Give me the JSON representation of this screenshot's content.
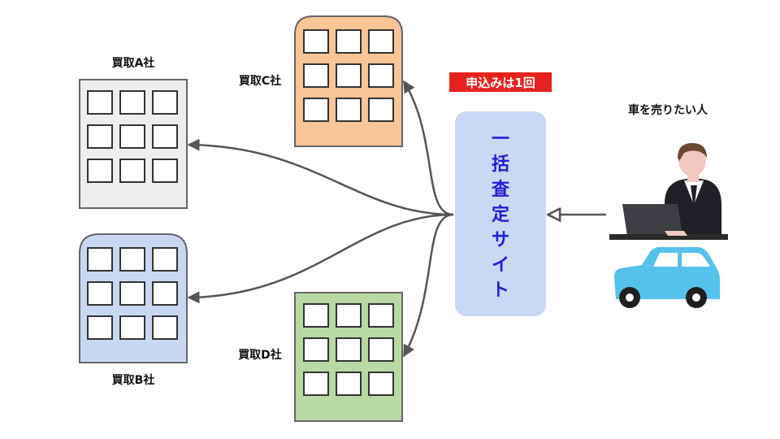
{
  "buyers": {
    "a": {
      "label": "買取A社",
      "color": "#eeeeee"
    },
    "b": {
      "label": "買取B社",
      "color": "#c9d8f2"
    },
    "c": {
      "label": "買取C社",
      "color": "#f7c596"
    },
    "d": {
      "label": "買取D社",
      "color": "#b8d8a4"
    }
  },
  "site": {
    "label_chars": [
      "一",
      "括",
      "査",
      "定",
      "サ",
      "イ",
      "ト"
    ],
    "color": "#c9d8f5",
    "text_color": "#1f1fd6"
  },
  "badge": {
    "text": "申込みは1回",
    "color": "#e8231f"
  },
  "seller": {
    "label": "車を売りたい人"
  },
  "icons": [
    "building-icon",
    "person-at-laptop-icon",
    "car-icon"
  ]
}
